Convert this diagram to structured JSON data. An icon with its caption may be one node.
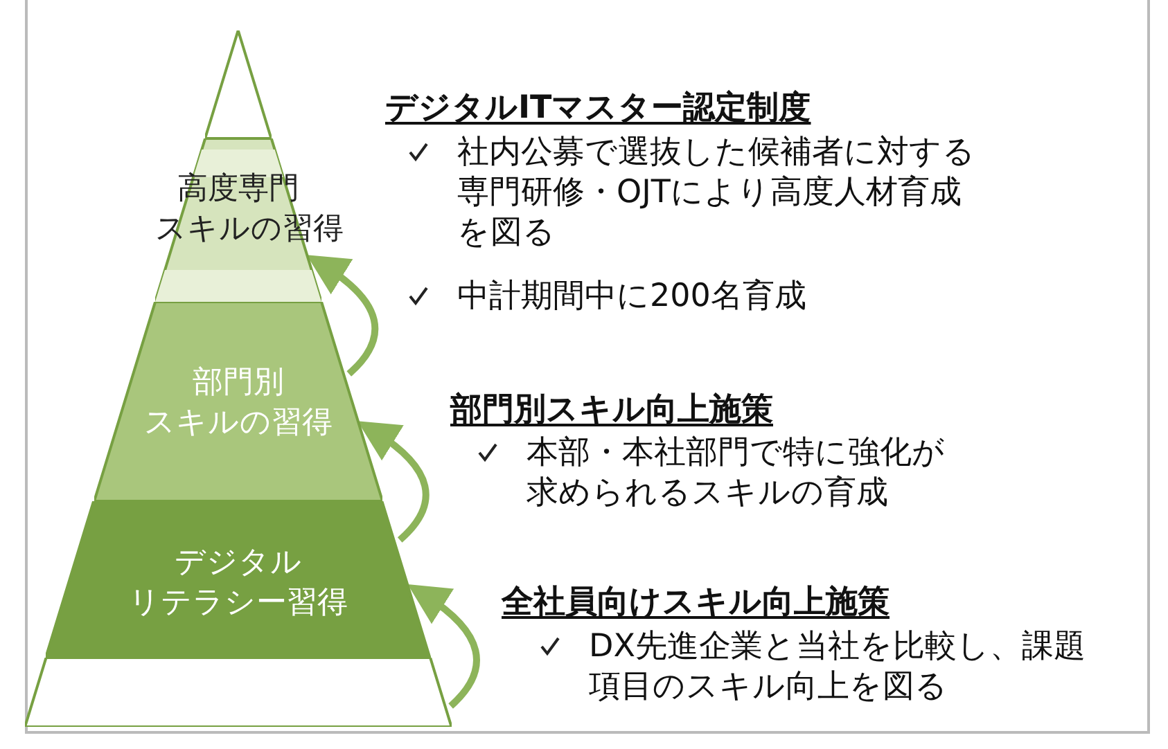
{
  "diagram": {
    "nodes": [
      {
        "text": [],
        "shape": "triangle"
      },
      {
        "text": [
          "高度専門スキルの習得"
        ]
      },
      {
        "text": [
          "部門別スキルの習得"
        ]
      },
      {
        "text": [
          "デジタルリテラシー習得"
        ]
      },
      {
        "text": [],
        "shape": "band"
      }
    ],
    "edges": [
      {
        "from": 4,
        "to": 3,
        "arrow": "to"
      },
      {
        "from": 3,
        "to": 2,
        "arrow": "to"
      },
      {
        "from": 2,
        "to": 1,
        "arrow": "to"
      }
    ],
    "labels": [
      "デジタルITマスター認定制度",
      "社内公募で選抜した候補者に対する専門研修・OJTにより高度人材育成を図る",
      "中計期間中に200名育成",
      "部門別スキル向上施策",
      "本部・本社部門で特に強化が求められるスキルの育成",
      "全社員向けスキル向上施策",
      "DX先進企業と当社を比較し、課題項目のスキル向上を図る"
    ]
  }
}
